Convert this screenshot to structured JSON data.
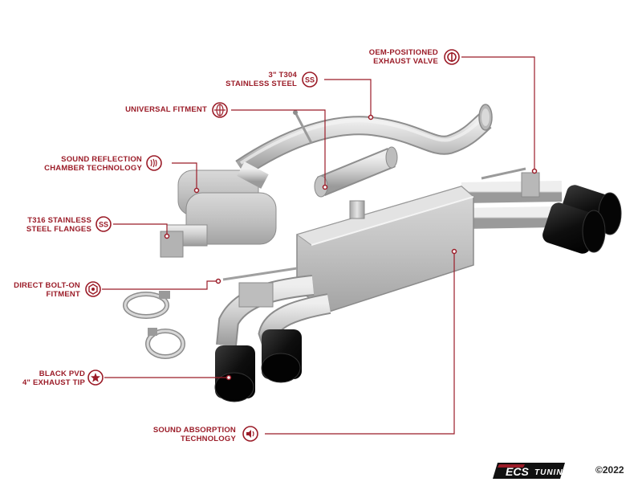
{
  "callouts": {
    "oem_valve": [
      "OEM-POSITIONED",
      "EXHAUST VALVE"
    ],
    "t304": [
      "3\" T304",
      "STAINLESS STEEL"
    ],
    "universal": [
      "UNIVERSAL FITMENT"
    ],
    "sound_reflection": [
      "SOUND REFLECTION",
      "CHAMBER TECHNOLOGY"
    ],
    "t316": [
      "T316 STAINLESS",
      "STEEL FLANGES"
    ],
    "bolt_on": [
      "DIRECT BOLT-ON",
      "FITMENT"
    ],
    "black_pvd": [
      "BLACK PVD",
      "4\" EXHAUST TIP"
    ],
    "sound_absorption": [
      "SOUND ABSORPTION",
      "TECHNOLOGY"
    ]
  },
  "icons": {
    "oem_valve": "valve-icon",
    "t304": "ss-icon",
    "universal": "globe-icon",
    "sound_reflection": "sound-waves-icon",
    "t316": "ss-icon",
    "bolt_on": "hex-bolt-icon",
    "black_pvd": "star-icon",
    "sound_absorption": "speaker-icon"
  },
  "icon_text": {
    "ss": "SS"
  },
  "brand": {
    "logo": "ECS",
    "sub": "TUNING",
    "copyright": "©2022"
  },
  "colors": {
    "accent": "#9b1c28",
    "steel": "#c9c9c9",
    "tip": "#111111"
  }
}
